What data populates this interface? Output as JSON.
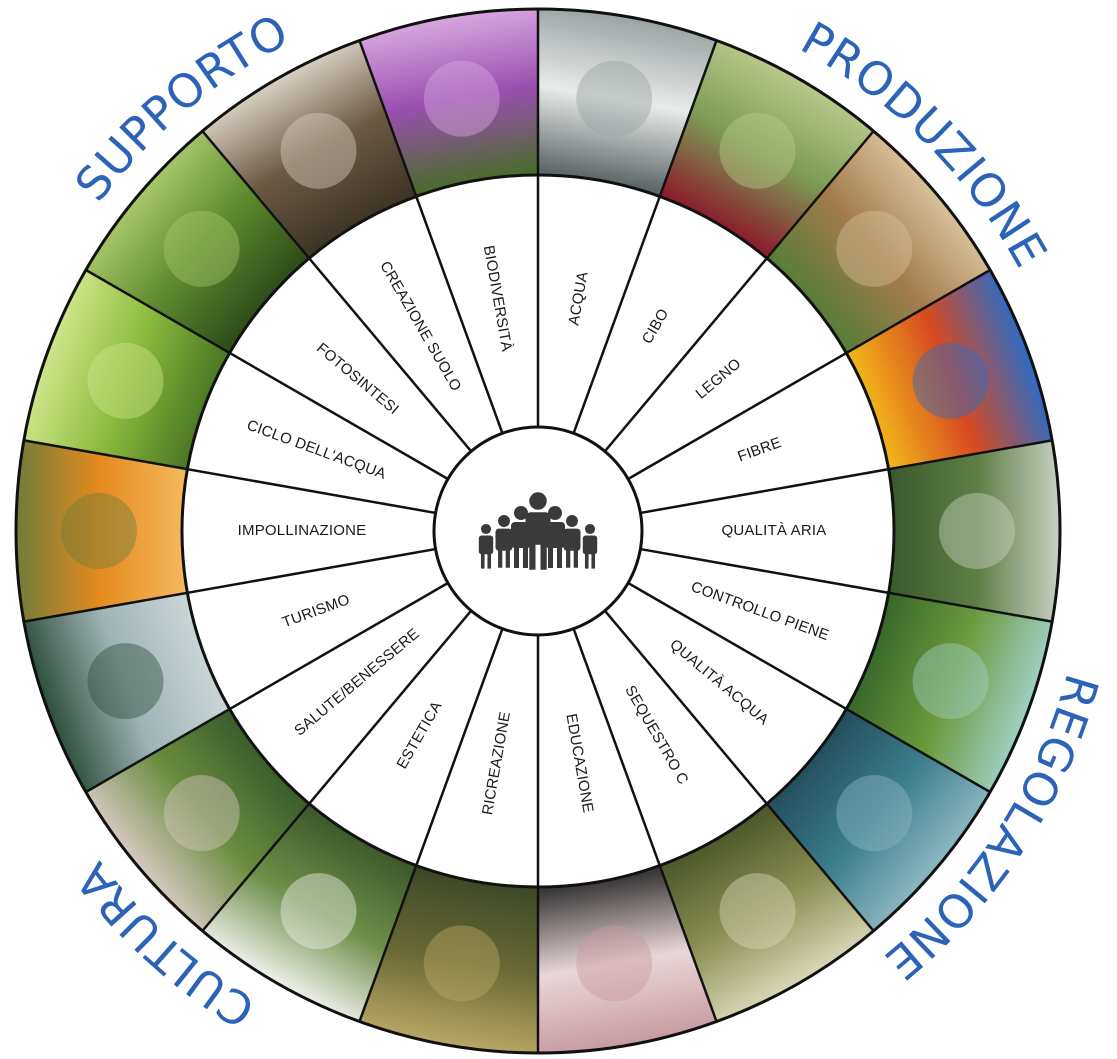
{
  "categories": [
    {
      "name": "PRODUZIONE"
    },
    {
      "name": "REGOLAZIONE"
    },
    {
      "name": "CULTURA"
    },
    {
      "name": "SUPPORTO"
    }
  ],
  "segments": [
    {
      "label": "ACQUA",
      "photo": "glass-of-water",
      "colors": [
        "#e8ebe9",
        "#9aa3a3",
        "#5d6768"
      ]
    },
    {
      "label": "CIBO",
      "photo": "apple-on-branch",
      "colors": [
        "#7d9a54",
        "#b8c98a",
        "#8a1f2c"
      ]
    },
    {
      "label": "LEGNO",
      "photo": "stacked-logs",
      "colors": [
        "#a37b4c",
        "#d8c19a",
        "#5b7d3a"
      ]
    },
    {
      "label": "FIBRE",
      "photo": "colored-fabrics",
      "colors": [
        "#d84a20",
        "#2e6bc4",
        "#f0b21a"
      ]
    },
    {
      "label": "QUALITÀ ARIA",
      "photo": "tree-canopy",
      "colors": [
        "#5f7e44",
        "#c8d0c4",
        "#3d5b2c"
      ]
    },
    {
      "label": "CONTROLLO PIENE",
      "photo": "green-river-bank",
      "colors": [
        "#6b9a3d",
        "#9ed0c4",
        "#3a6a2a"
      ]
    },
    {
      "label": "QUALITÀ ACQUA",
      "photo": "flowing-water",
      "colors": [
        "#3b7c8c",
        "#8cb8c0",
        "#24505e"
      ]
    },
    {
      "label": "SEQUESTRO C",
      "photo": "large-tree",
      "colors": [
        "#8a8e52",
        "#d9d7b5",
        "#4e5a2a"
      ]
    },
    {
      "label": "EDUCAZIONE",
      "photo": "magnifying-glass-blossom",
      "colors": [
        "#e9d7d8",
        "#c79aa0",
        "#3b3838"
      ]
    },
    {
      "label": "RICREAZIONE",
      "photo": "forest-path-hiker",
      "colors": [
        "#6b6a35",
        "#b9a866",
        "#3e4a26"
      ]
    },
    {
      "label": "ESTETICA",
      "photo": "cotton-grass",
      "colors": [
        "#6f8f4a",
        "#eef0ea",
        "#3f5a2a"
      ]
    },
    {
      "label": "SALUTE/BENESSERE",
      "photo": "yoga-in-park",
      "colors": [
        "#6b8d3f",
        "#d6c8c0",
        "#3c5e2b"
      ]
    },
    {
      "label": "TURISMO",
      "photo": "hiker-mountain-view",
      "colors": [
        "#9fb3b6",
        "#2f4f3c",
        "#c9d4d6"
      ]
    },
    {
      "label": "IMPOLLINAZIONE",
      "photo": "bee-orange-flower",
      "colors": [
        "#e58a1e",
        "#6f7d3a",
        "#f3b75a"
      ]
    },
    {
      "label": "CICLO DELL'ACQUA",
      "photo": "dew-on-leaves",
      "colors": [
        "#8dbb3c",
        "#cfe58b",
        "#4d7a25"
      ]
    },
    {
      "label": "FOTOSINTESI",
      "photo": "fern-leaf",
      "colors": [
        "#5e8a2e",
        "#a8c66a",
        "#2f4d1a"
      ]
    },
    {
      "label": "CREAZIONE SUOLO",
      "photo": "mushroom",
      "colors": [
        "#6b5a45",
        "#d8cfc2",
        "#3f3527"
      ]
    },
    {
      "label": "BIODIVERSITÀ",
      "photo": "butterfly-purple-flowers",
      "colors": [
        "#9a4fb0",
        "#d9a6e0",
        "#4b6b2f"
      ]
    }
  ],
  "center": {
    "icon": "people-group-icon"
  }
}
